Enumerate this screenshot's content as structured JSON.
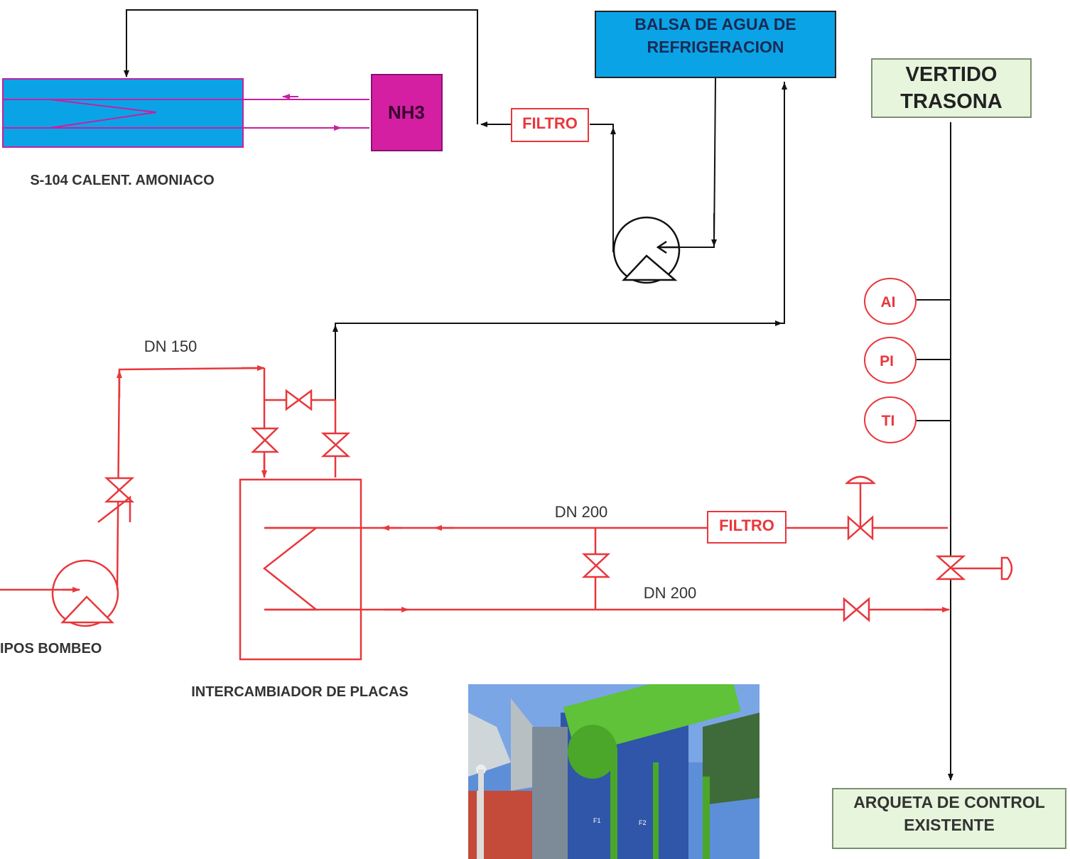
{
  "colors": {
    "process_line": "#e8373c",
    "cooling_line": "#111111",
    "balsa_fill": "#0aa4e6",
    "nh3_fill": "#d41fa3",
    "coil_line": "#c81fa0",
    "vertido_fill": "#e6f5dc",
    "filter_border": "#e8373c"
  },
  "labels": {
    "balsa_line1": "BALSA DE AGUA DE",
    "balsa_line2": "REFRIGERACION",
    "vertido_line1": "VERTIDO",
    "vertido_line2": "TRASONA",
    "nh3": "NH3",
    "heater": "S-104 CALENT. AMONIACO",
    "filter_top": "FILTRO",
    "filter_bottom": "FILTRO",
    "dn150": "DN 150",
    "dn200_top": "DN 200",
    "dn200_bottom": "DN 200",
    "pump_group": "IPOS BOMBEO",
    "exchanger": "INTERCAMBIADOR DE PLACAS",
    "arqueta_line1": "ARQUETA DE CONTROL",
    "arqueta_line2": "EXISTENTE"
  },
  "instruments": [
    {
      "tag": "AI"
    },
    {
      "tag": "PI"
    },
    {
      "tag": "TI"
    }
  ],
  "photo": {
    "plate_tag_1": "F1",
    "plate_tag_2": "F2"
  }
}
